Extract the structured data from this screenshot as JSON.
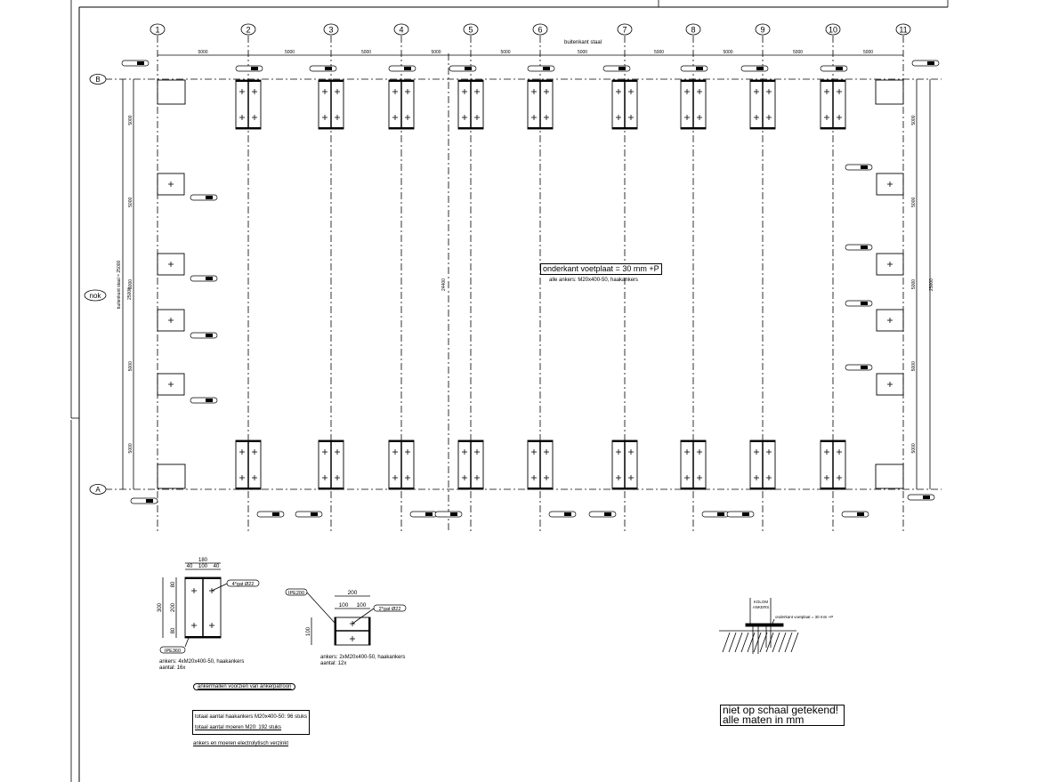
{
  "grid_columns": [
    "1",
    "2",
    "3",
    "4",
    "5",
    "6",
    "7",
    "8",
    "9",
    "10",
    "11"
  ],
  "grid_rows": [
    "B",
    "A"
  ],
  "ridge_label": "nok",
  "top_dimension_label": "buitenkant staal",
  "bay_dimension": "5000",
  "side_dimension": "5000",
  "overall_width_label": "buitenkant staal = 25000",
  "overall_width": "25000",
  "center_dimension": "24400",
  "plan_notes": {
    "underside": "onderkant voetplaat = 30 mm +P",
    "anchors": "alle ankers: M20x400-50, haakankers"
  },
  "detail_ipe360": {
    "width": "180",
    "segments": [
      "40",
      "100",
      "40"
    ],
    "height": "300",
    "inner": [
      "80",
      "200",
      "80"
    ],
    "hole_label": "4*gat Ø22",
    "profile": "IPE360",
    "anchors": "ankers: 4xM20x400-50, haakankers",
    "count": "aantal: 16x"
  },
  "detail_ipe200": {
    "width": "200",
    "segments": [
      "100",
      "100"
    ],
    "height": "100",
    "profile": "IPE200",
    "hole_label": "2*gat Ø22",
    "anchors": "ankers: 2xM20x400-50, haakankers",
    "count": "aantal: 12x"
  },
  "notes": {
    "template": "ankermallen voorzien van ankerpatroon",
    "total_anchors": "totaal aantal haakankers M20x400-50: 96 stuks",
    "total_nuts": "totaal aantal moeren M20: 192 stuks",
    "finish": "ankers en moeren electrolytisch verzinkt"
  },
  "section_detail": {
    "column": "KOLOM",
    "anchors": "ANKERS",
    "underside": "onderkant voetplaat = 30 mm +P"
  },
  "disclaimer": [
    "niet op schaal getekend!",
    "alle maten in mm"
  ]
}
